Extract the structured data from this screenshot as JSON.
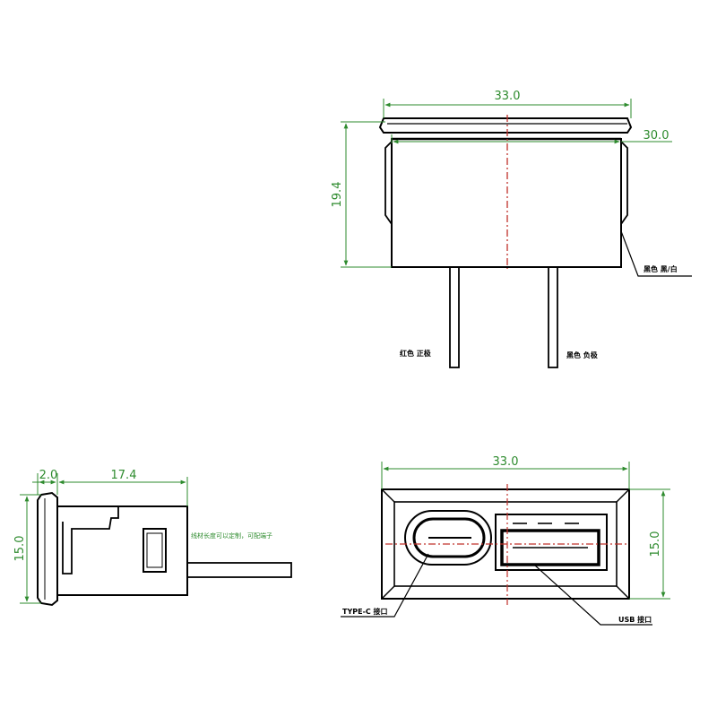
{
  "colors": {
    "line": "#000000",
    "dimension": "#2e8b2e",
    "centerline": "#c0302a"
  },
  "front_view": {
    "width_outer": "33.0",
    "width_body": "30.0",
    "height": "19.4",
    "label_cable": "黑色 黑/白",
    "label_red": "红色 正极",
    "label_black": "黑色 负极"
  },
  "side_view": {
    "flange": "2.0",
    "depth": "17.4",
    "height": "15.0",
    "cable_note": "线材长度可以定制，可配端子"
  },
  "bottom_view": {
    "width": "33.0",
    "height": "15.0",
    "label_typec": "TYPE-C 接口",
    "label_usb": "USB 接口"
  }
}
